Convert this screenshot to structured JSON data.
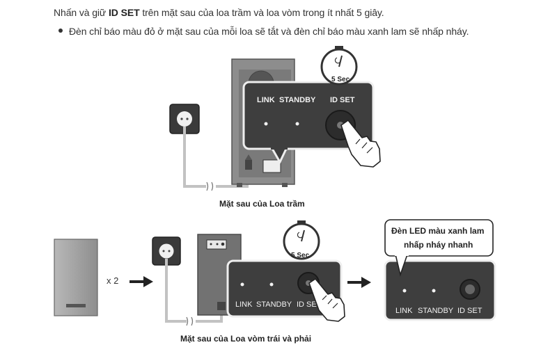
{
  "instruction": {
    "prefix": "Nhấn và giữ ",
    "bold": "ID SET",
    "suffix": " trên mặt sau của loa trầm và loa vòm trong ít nhất 5 giây."
  },
  "bullet": "Đèn chỉ báo màu đỏ ở mặt sau của mỗi loa sẽ tắt và đèn chỉ báo màu xanh lam sẽ nhấp nháy.",
  "timer": "5 Sec",
  "panel": {
    "link": "LINK",
    "standby": "STANDBY",
    "id_set": "ID SET"
  },
  "subwoofer_caption": "Mặt sau của Loa trầm",
  "surround_caption": "Mặt sau của Loa vòm trái và phải",
  "multiplier": "x 2",
  "callout": {
    "line1": "Đèn LED màu xanh lam",
    "line2": "nhấp nháy nhanh"
  },
  "colors": {
    "panel": "#3e3e3e",
    "speaker": "#6f6f6f",
    "cable": "#bdbdbd"
  }
}
